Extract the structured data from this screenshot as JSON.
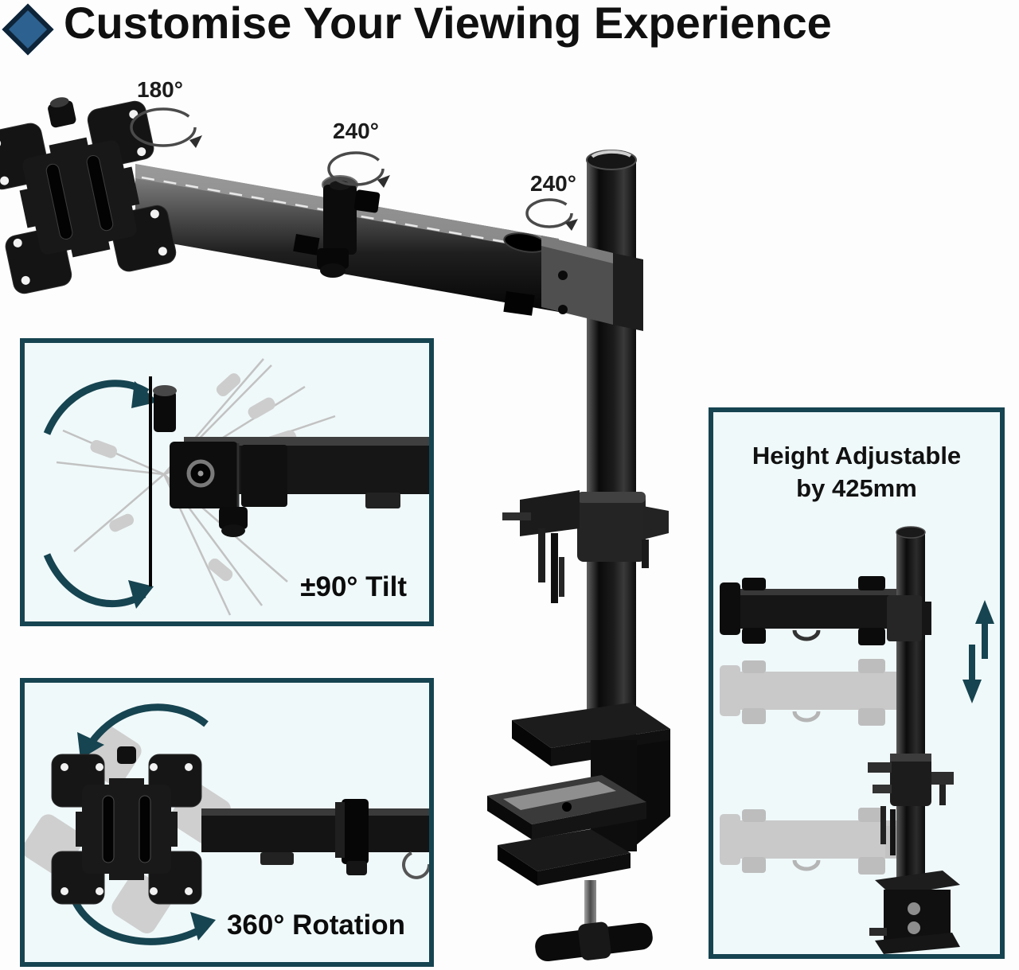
{
  "header": {
    "title": "Customise Your Viewing Experience",
    "diamond_color": "#2d6190"
  },
  "figure": {
    "angle_labels": [
      "180°",
      "240°",
      "240°"
    ]
  },
  "insets": {
    "tilt": {
      "label": "±90° Tilt"
    },
    "rotation": {
      "label": "360° Rotation"
    },
    "height": {
      "line1": "Height Adjustable",
      "line2": "by 425mm"
    }
  },
  "colors": {
    "accent_teal": "#164450",
    "inset_background": "#f0f9fa",
    "diamond_blue": "#2d6190",
    "ghost_gray": "#c9c9c9",
    "product_black": "#111111"
  }
}
